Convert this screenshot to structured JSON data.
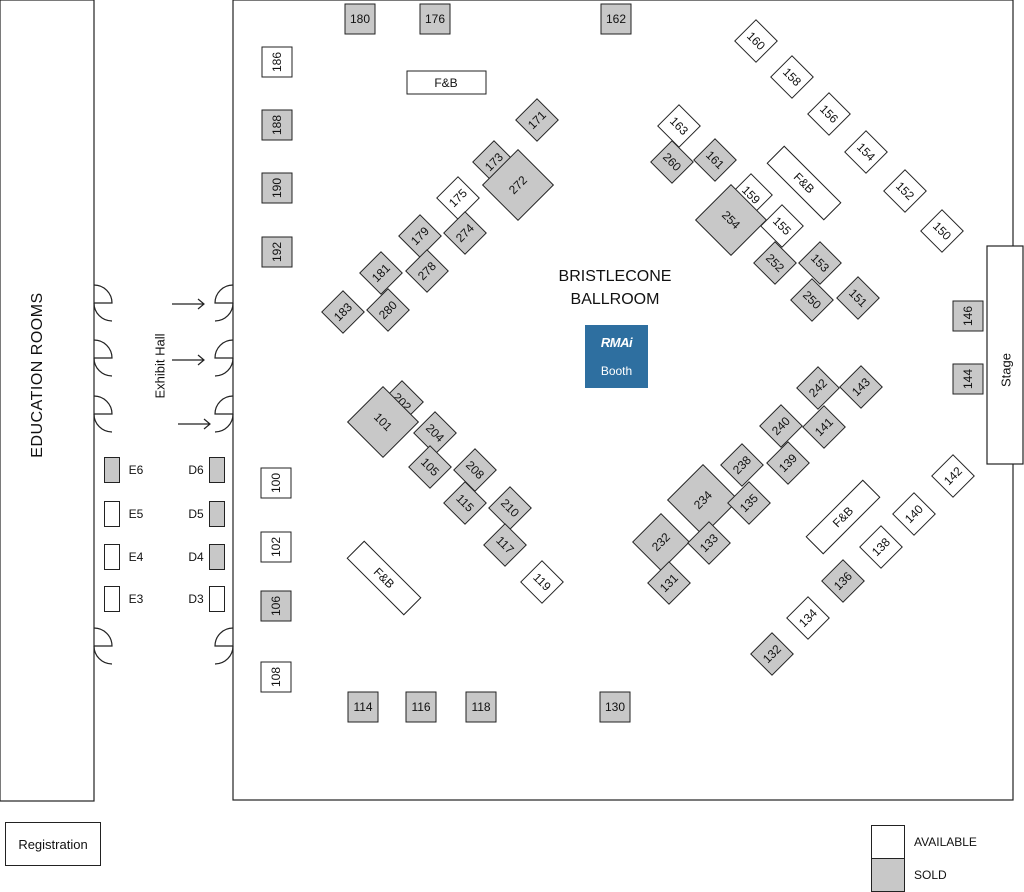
{
  "venue": {
    "education_rooms_label": "EDUCATION ROOMS",
    "exhibit_hall_label": "Exhibit Hall",
    "ballroom_line1": "BRISTLECONE",
    "ballroom_line2": "BALLROOM",
    "rma_logo_text": "RMAi",
    "rma_booth_label": "Booth",
    "stage_label": "Stage",
    "registration_label": "Registration",
    "fb_label": "F&B"
  },
  "legend": {
    "available": "AVAILABLE",
    "sold": "SOLD"
  },
  "colors": {
    "sold": "#c8c8c8",
    "available": "#ffffff",
    "rma_booth": "#2e6fa0",
    "outline": "#222222"
  },
  "booths": [
    {
      "id": "180",
      "status": "sold"
    },
    {
      "id": "176",
      "status": "sold"
    },
    {
      "id": "162",
      "status": "sold"
    },
    {
      "id": "186",
      "status": "available"
    },
    {
      "id": "188",
      "status": "sold"
    },
    {
      "id": "190",
      "status": "sold"
    },
    {
      "id": "192",
      "status": "sold"
    },
    {
      "id": "100",
      "status": "available"
    },
    {
      "id": "102",
      "status": "available"
    },
    {
      "id": "106",
      "status": "sold"
    },
    {
      "id": "108",
      "status": "available"
    },
    {
      "id": "114",
      "status": "sold"
    },
    {
      "id": "116",
      "status": "sold"
    },
    {
      "id": "118",
      "status": "sold"
    },
    {
      "id": "130",
      "status": "sold"
    },
    {
      "id": "146",
      "status": "sold"
    },
    {
      "id": "144",
      "status": "sold"
    },
    {
      "id": "E6",
      "status": "sold"
    },
    {
      "id": "E5",
      "status": "available"
    },
    {
      "id": "E4",
      "status": "available"
    },
    {
      "id": "E3",
      "status": "available"
    },
    {
      "id": "D6",
      "status": "sold"
    },
    {
      "id": "D5",
      "status": "sold"
    },
    {
      "id": "D4",
      "status": "sold"
    },
    {
      "id": "D3",
      "status": "available"
    },
    {
      "id": "171",
      "status": "sold"
    },
    {
      "id": "173",
      "status": "sold"
    },
    {
      "id": "272",
      "status": "sold"
    },
    {
      "id": "175",
      "status": "available"
    },
    {
      "id": "179",
      "status": "sold"
    },
    {
      "id": "274",
      "status": "sold"
    },
    {
      "id": "181",
      "status": "sold"
    },
    {
      "id": "278",
      "status": "sold"
    },
    {
      "id": "183",
      "status": "sold"
    },
    {
      "id": "280",
      "status": "sold"
    },
    {
      "id": "163",
      "status": "available"
    },
    {
      "id": "260",
      "status": "sold"
    },
    {
      "id": "161",
      "status": "sold"
    },
    {
      "id": "159",
      "status": "available"
    },
    {
      "id": "254",
      "status": "sold"
    },
    {
      "id": "155",
      "status": "available"
    },
    {
      "id": "252",
      "status": "sold"
    },
    {
      "id": "153",
      "status": "sold"
    },
    {
      "id": "250",
      "status": "sold"
    },
    {
      "id": "151",
      "status": "sold"
    },
    {
      "id": "160",
      "status": "available"
    },
    {
      "id": "158",
      "status": "available"
    },
    {
      "id": "156",
      "status": "available"
    },
    {
      "id": "154",
      "status": "available"
    },
    {
      "id": "152",
      "status": "available"
    },
    {
      "id": "150",
      "status": "available"
    },
    {
      "id": "202",
      "status": "sold"
    },
    {
      "id": "101",
      "status": "sold"
    },
    {
      "id": "204",
      "status": "sold"
    },
    {
      "id": "105",
      "status": "sold"
    },
    {
      "id": "208",
      "status": "sold"
    },
    {
      "id": "115",
      "status": "sold"
    },
    {
      "id": "210",
      "status": "sold"
    },
    {
      "id": "117",
      "status": "sold"
    },
    {
      "id": "119",
      "status": "available"
    },
    {
      "id": "242",
      "status": "sold"
    },
    {
      "id": "143",
      "status": "sold"
    },
    {
      "id": "240",
      "status": "sold"
    },
    {
      "id": "141",
      "status": "sold"
    },
    {
      "id": "238",
      "status": "sold"
    },
    {
      "id": "139",
      "status": "sold"
    },
    {
      "id": "234",
      "status": "sold"
    },
    {
      "id": "135",
      "status": "sold"
    },
    {
      "id": "232",
      "status": "sold"
    },
    {
      "id": "133",
      "status": "sold"
    },
    {
      "id": "131",
      "status": "sold"
    },
    {
      "id": "142",
      "status": "available"
    },
    {
      "id": "140",
      "status": "available"
    },
    {
      "id": "138",
      "status": "available"
    },
    {
      "id": "136",
      "status": "sold"
    },
    {
      "id": "134",
      "status": "available"
    },
    {
      "id": "132",
      "status": "sold"
    }
  ]
}
